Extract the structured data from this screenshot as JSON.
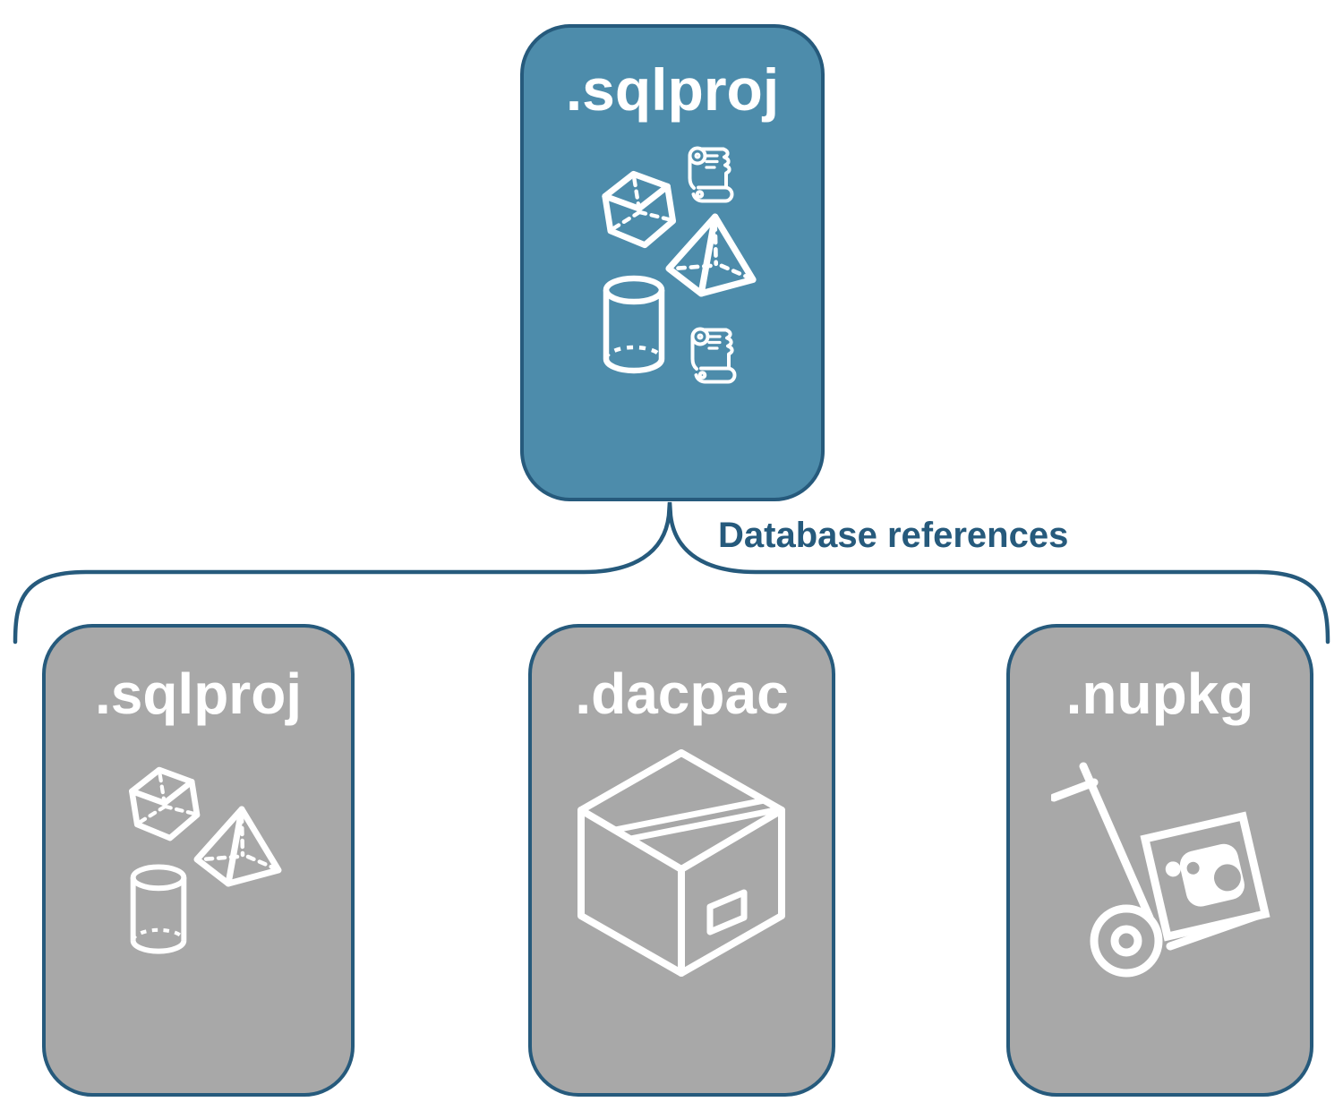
{
  "colors": {
    "teal_fill": "#4d8cab",
    "gray_fill": "#a8a8a8",
    "outline_blue": "#265a7c",
    "icon_white": "#ffffff"
  },
  "top_card": {
    "label": ".sqlproj",
    "icons": [
      "cube-icon",
      "scroll-icon",
      "pyramid-icon",
      "cylinder-icon",
      "scroll-icon"
    ]
  },
  "connector": {
    "label": "Database references"
  },
  "bottom_cards": [
    {
      "label": ".sqlproj",
      "icons": [
        "cube-icon",
        "pyramid-icon",
        "cylinder-icon"
      ]
    },
    {
      "label": ".dacpac",
      "icons": [
        "package-box-icon"
      ]
    },
    {
      "label": ".nupkg",
      "icons": [
        "nuget-hand-truck-icon"
      ]
    }
  ]
}
